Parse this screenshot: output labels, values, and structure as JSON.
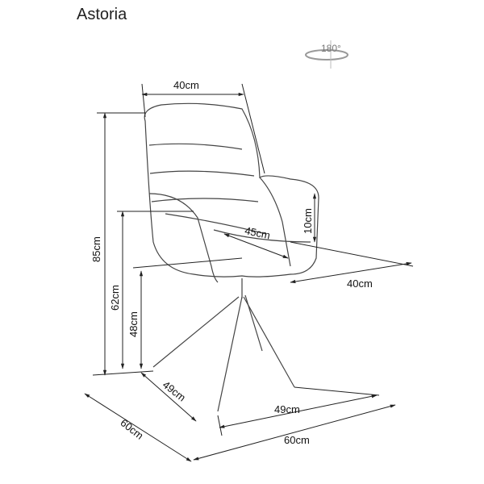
{
  "title": "Astoria",
  "rotation_label": "180°",
  "dimensions": {
    "top_width": "40cm",
    "total_height": "85cm",
    "armrest_height": "62cm",
    "seat_height": "48cm",
    "armrest_above_seat": "10cm",
    "seat_depth": "45cm",
    "seat_width": "40cm",
    "base_left": "49cm",
    "base_right": "49cm",
    "depth": "60cm",
    "width": "60cm"
  }
}
